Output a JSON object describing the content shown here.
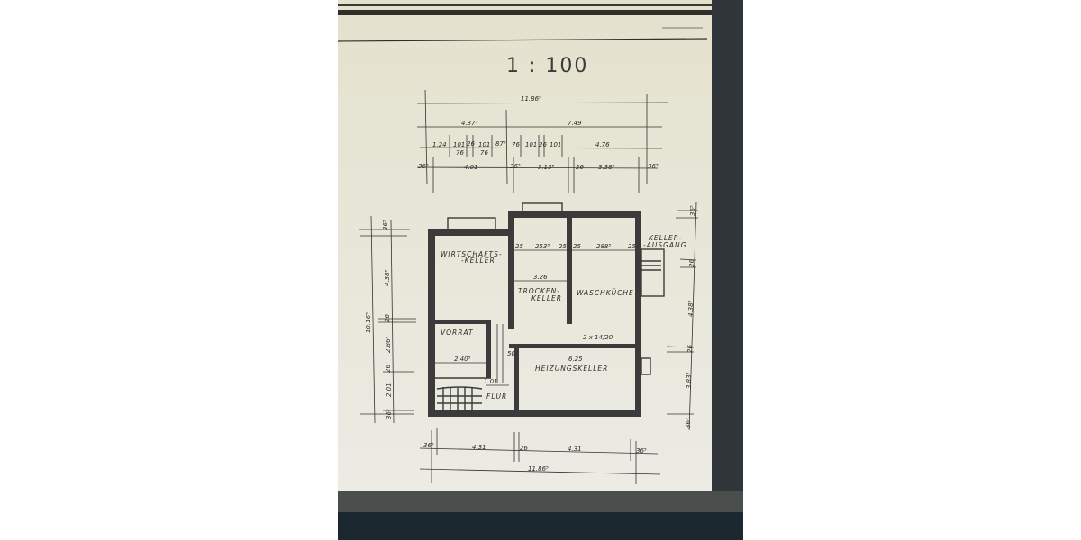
{
  "drawing": {
    "scale": "1 : 100",
    "rooms": {
      "wirtschaftskeller_1": "WIRTSCHAFTS-",
      "wirtschaftskeller_2": "-KELLER",
      "trockenkeller_1": "TROCKEN-",
      "trockenkeller_2": "KELLER",
      "waschkueche": "WASCHKÜCHE",
      "vorrat": "VORRAT",
      "heizungskeller": "HEIZUNGSKELLER",
      "flur": "FLUR",
      "kellerausgang_1": "KELLER-",
      "kellerausgang_2": "-AUSGANG"
    },
    "top_dimensions": {
      "total": "11.86⁵",
      "row2": [
        "4.37⁵",
        "7.49"
      ],
      "row3_upper": [
        "1.24",
        "101",
        "26",
        "101",
        "87⁵",
        "76",
        "101",
        "26",
        "101",
        "4.76"
      ],
      "row3_lower": [
        "76",
        "76"
      ],
      "row4": [
        "36⁵",
        "4.01",
        "36⁵",
        "3.13⁵",
        "26",
        "3.38⁵",
        "36⁵"
      ]
    },
    "bottom_dimensions": {
      "row1": [
        "36⁵",
        "4.31",
        "26",
        "4.31",
        "36⁵"
      ],
      "total": "11.86⁵"
    },
    "left_dimensions": {
      "total": "10.16⁵",
      "parts": [
        "36⁵",
        "4.38⁵",
        "26",
        "2.86⁵",
        "26",
        "2.01",
        "36⁵"
      ]
    },
    "right_dimensions": {
      "parts": [
        "36⁵",
        "26",
        "4.38⁵",
        "26",
        "3.83⁵",
        "36⁵"
      ]
    },
    "interior_dimensions": {
      "row_upper": [
        "25",
        "253⁵",
        "25",
        "25",
        "288⁵",
        "25"
      ],
      "trocken_width": "3.26",
      "vorrat_width": "2.40⁵",
      "flur_width": "1.01",
      "door_heiz": "6.25",
      "door_small": "50",
      "stairs": "2 x 14/20"
    }
  },
  "colors": {
    "paper": "#e6e4d3",
    "screen_bezel": "#2f3335",
    "monitor_base": "#1c2830",
    "wall": "#3b3b3b"
  }
}
